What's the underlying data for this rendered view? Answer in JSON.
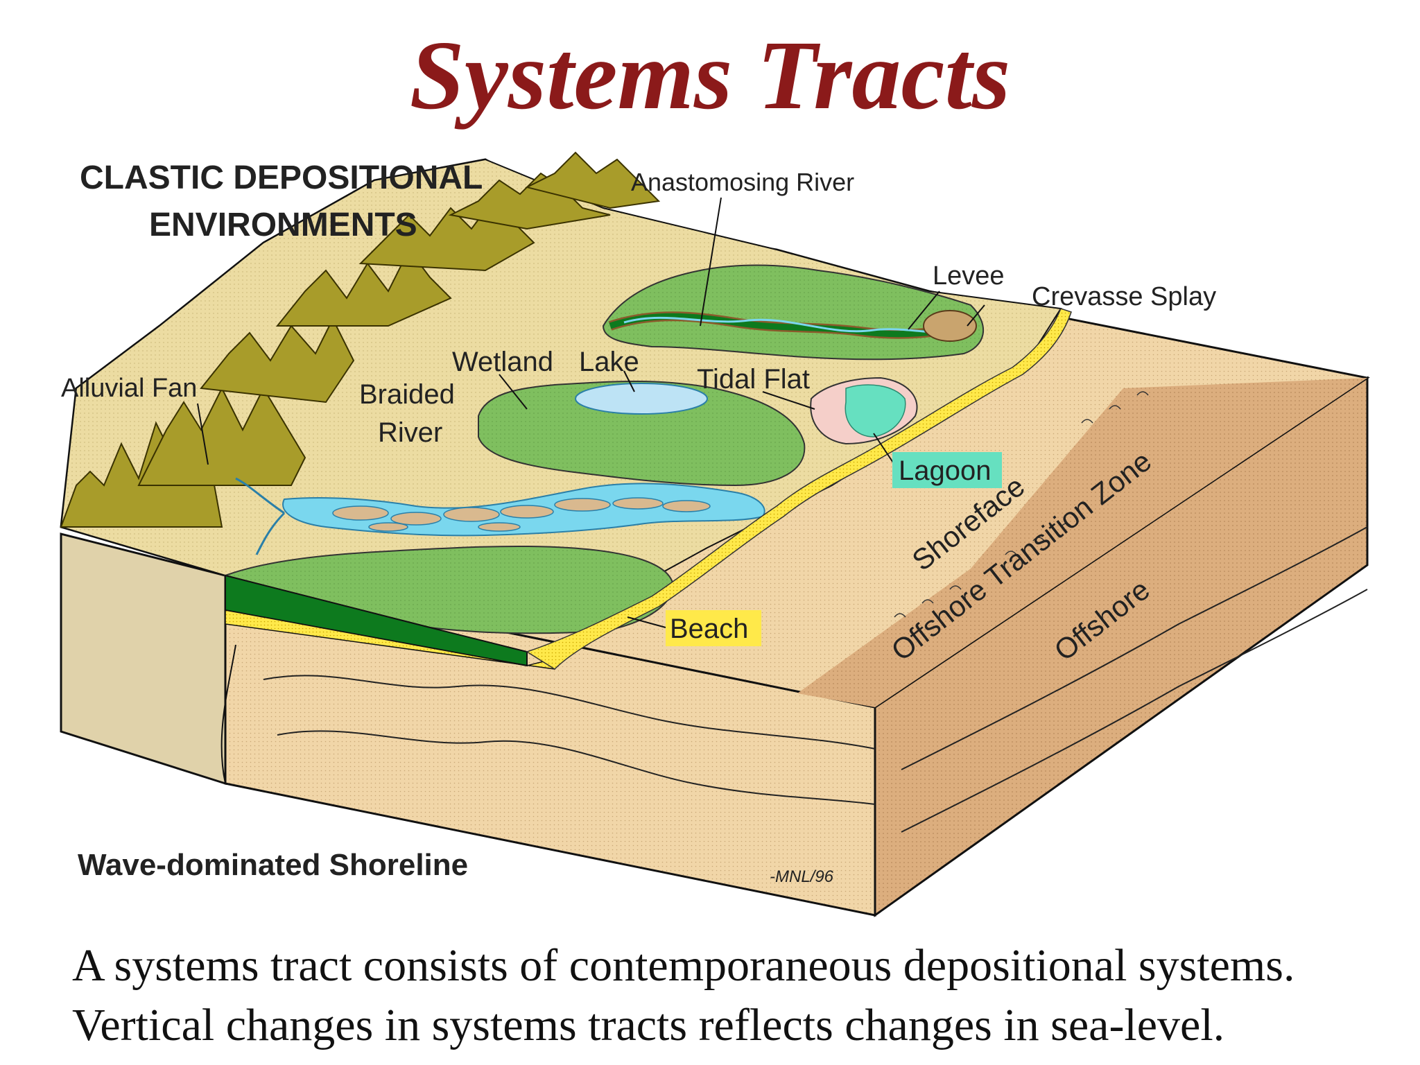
{
  "title": "Systems Tracts",
  "diagram": {
    "heading_line1": "CLASTIC DEPOSITIONAL",
    "heading_line2": "ENVIRONMENTS",
    "footer": "Wave-dominated Shoreline",
    "signature": "-MNL/96",
    "labels": {
      "anastomosing_river": "Anastomosing River",
      "levee": "Levee",
      "crevasse_splay": "Crevasse Splay",
      "alluvial_fan": "Alluvial Fan",
      "wetland": "Wetland",
      "lake": "Lake",
      "braided": "Braided",
      "river": "River",
      "tidal_flat": "Tidal Flat",
      "lagoon": "Lagoon",
      "beach": "Beach",
      "shoreface": "Shoreface",
      "offshore_transition_zone": "Offshore Transition Zone",
      "offshore": "Offshore"
    },
    "colors": {
      "title": "#8b1a1a",
      "wetland": "#7fbf5f",
      "forest_dark": "#0d7a1e",
      "water": "#7ad7ee",
      "beach": "#ffe94a",
      "lagoon_label": "#66e0c0",
      "sand": "#f1d6a8",
      "offshore": "#dcae7e"
    }
  },
  "caption": {
    "line1": "A systems tract consists of contemporaneous depositional systems.",
    "line2": "Vertical changes in systems tracts reflects changes in sea-level."
  }
}
